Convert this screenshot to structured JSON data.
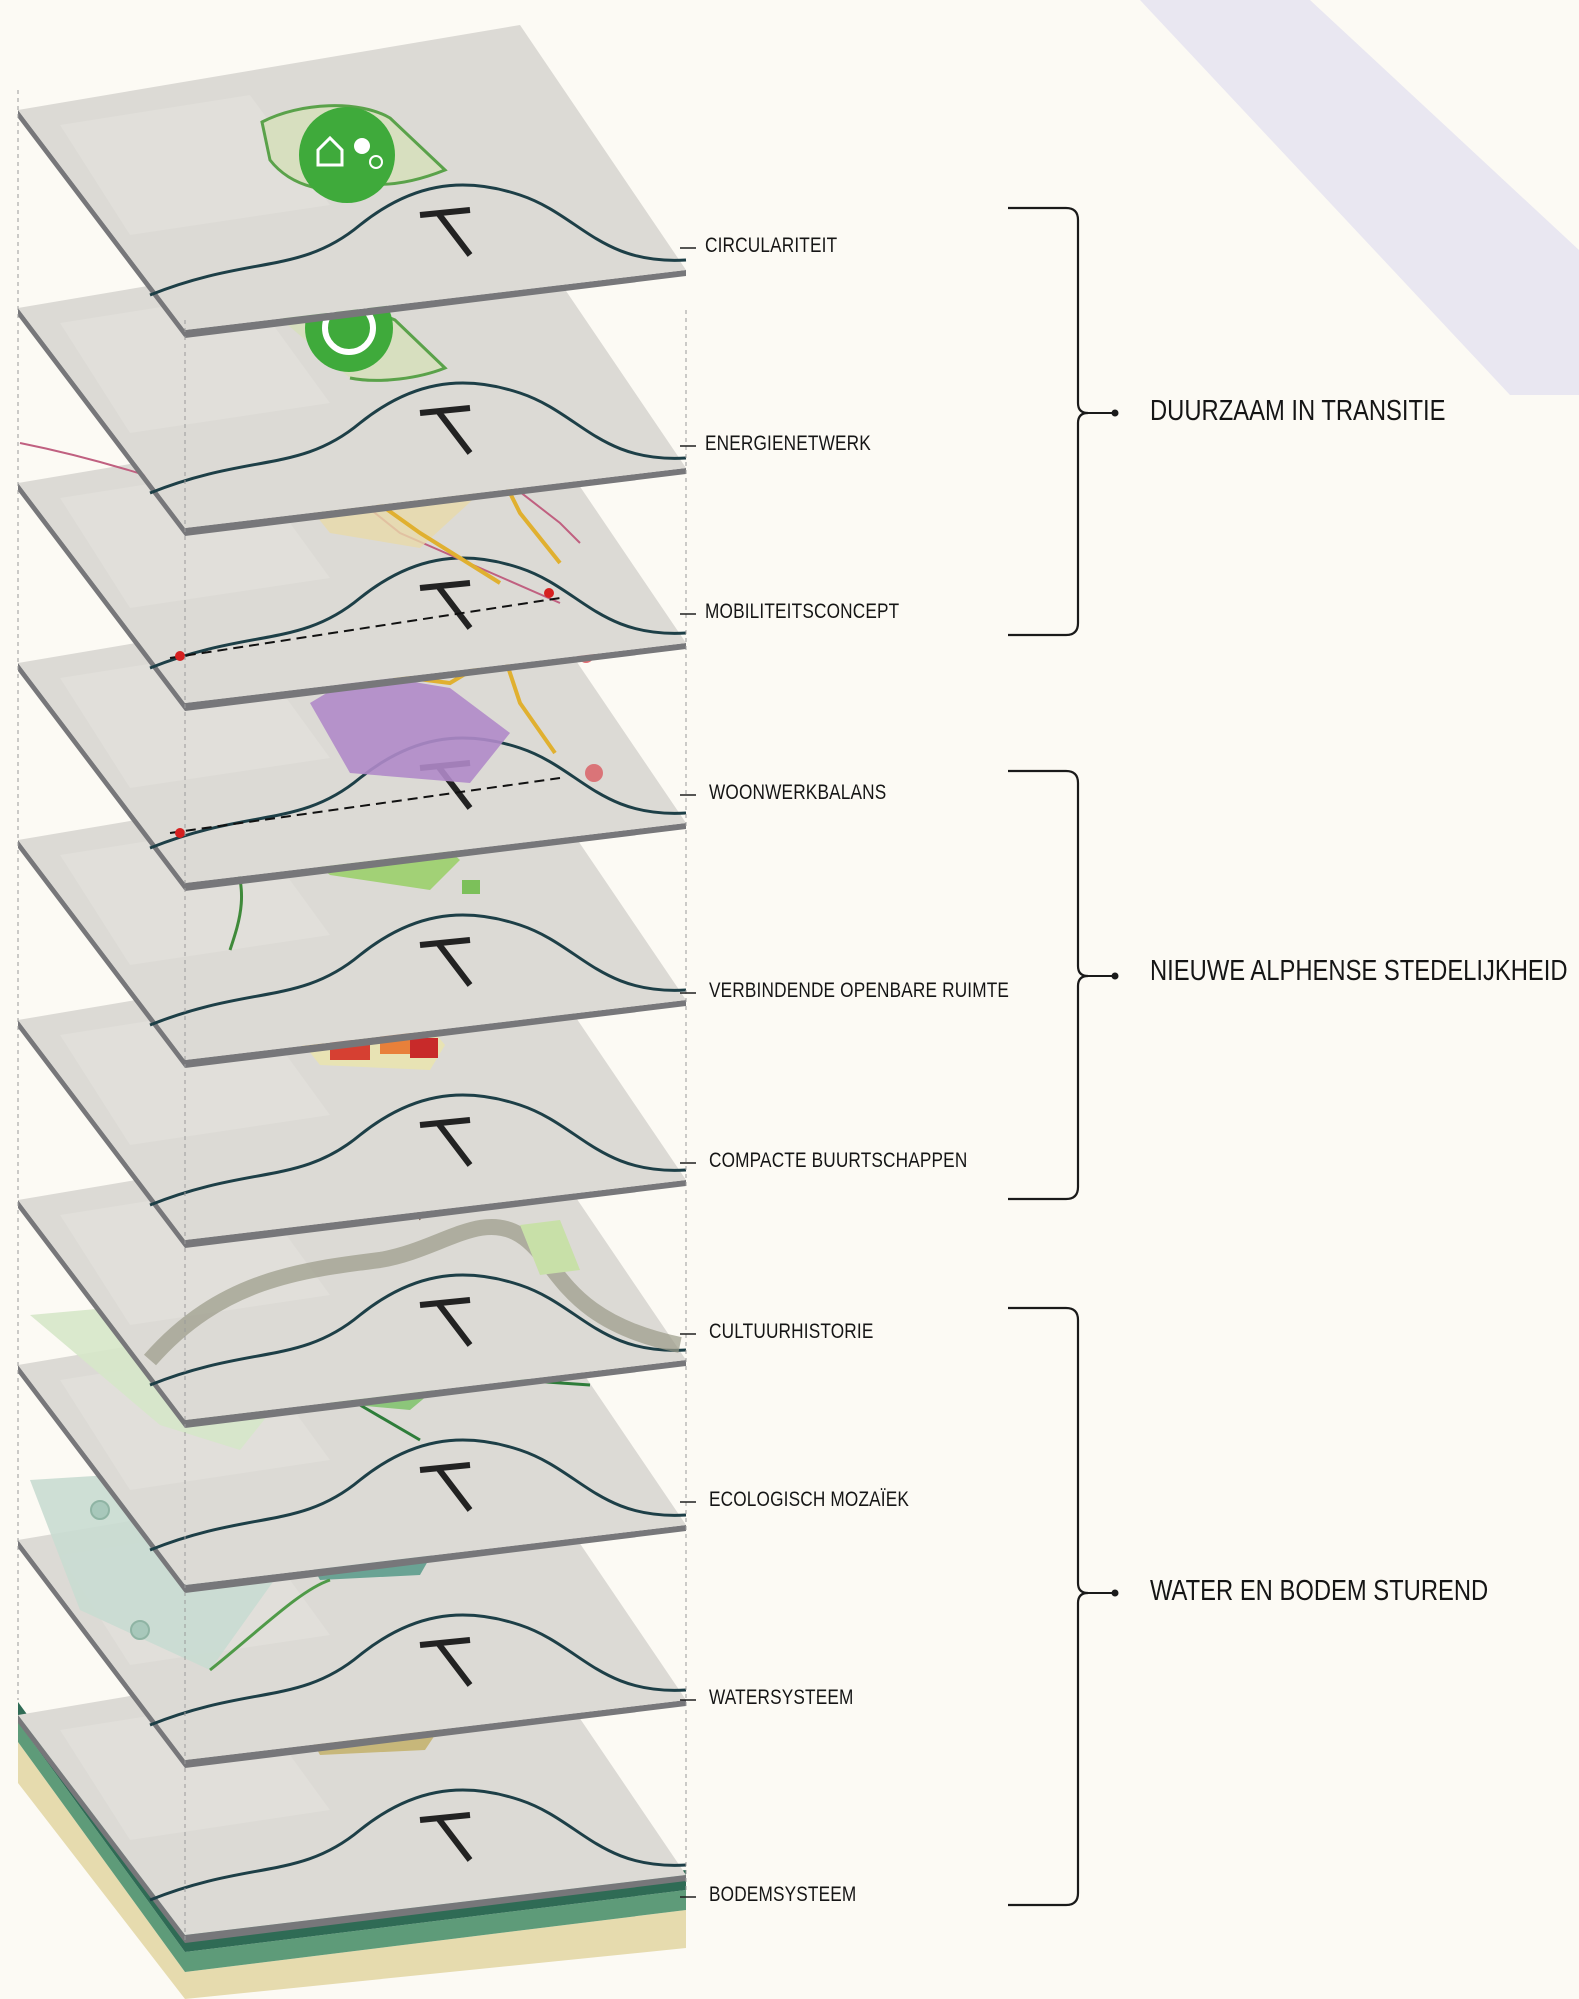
{
  "layers": [
    {
      "label": "CIRCULARITEIT",
      "theme": "circular"
    },
    {
      "label": "ENERGIENETWERK",
      "theme": "energy"
    },
    {
      "label": "MOBILITEITSCONCEPT",
      "theme": "mobility"
    },
    {
      "label": "WOONWERKBALANS",
      "theme": "livework"
    },
    {
      "label": "VERBINDENDE OPENBARE RUIMTE",
      "theme": "publicspace"
    },
    {
      "label": "COMPACTE BUURTSCHAPPEN",
      "theme": "compact"
    },
    {
      "label": "CULTUURHISTORIE",
      "theme": "heritage"
    },
    {
      "label": "ECOLOGISCH MOZAÏEK",
      "theme": "ecology"
    },
    {
      "label": "WATERSYSTEEM",
      "theme": "water"
    },
    {
      "label": "BODEMSYSTEEM",
      "theme": "soil"
    }
  ],
  "groups": [
    {
      "title": "DUURZAAM IN TRANSITIE"
    },
    {
      "title": "NIEUWE ALPHENSE STEDELIJKHEID"
    },
    {
      "title": "WATER EN BODEM STUREND"
    }
  ],
  "colors": {
    "background": "#fcfaf4",
    "plate": "#dcdad5",
    "plate_edge": "#77777a",
    "road": "#1d3f47",
    "circle_green": "#3faa3b",
    "accent_band": "#e9e7f1",
    "soil_dark": "#2f6b55",
    "soil_mid": "#5e9b79",
    "soil_sand": "#e6dbae"
  }
}
